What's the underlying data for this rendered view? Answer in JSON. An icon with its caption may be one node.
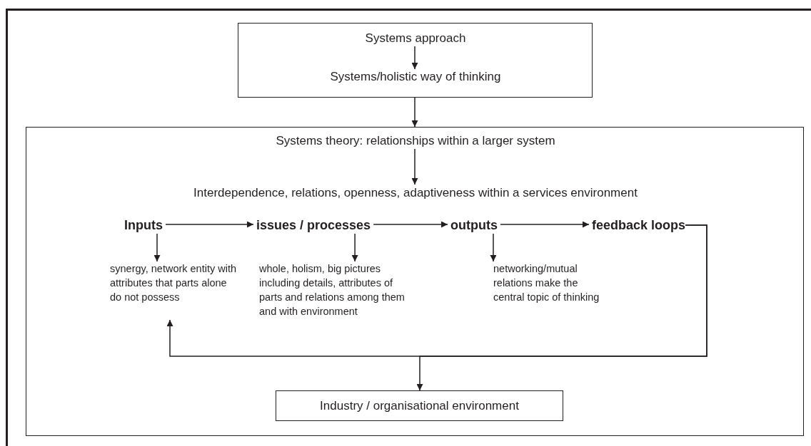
{
  "diagram": {
    "nodes": [
      {
        "text": [],
        "shape": "box"
      },
      {
        "text": [
          "Systems approach"
        ],
        "in": 0
      },
      {
        "text": [
          "Systems/holistic way of thinking"
        ],
        "in": 0
      },
      {
        "text": [],
        "shape": "box"
      },
      {
        "text": [
          "Systems theory: relationships within a larger system"
        ],
        "in": 3
      },
      {
        "text": [
          "Interdependence, relations, openness, adaptiveness within a services environment"
        ],
        "in": 3
      },
      {
        "text": [
          "Inputs"
        ],
        "in": 3
      },
      {
        "text": [
          "issues / processes"
        ],
        "in": 3
      },
      {
        "text": [
          "outputs"
        ],
        "in": 3
      },
      {
        "text": [
          "feedback loops"
        ],
        "in": 3
      },
      {
        "text": [
          "synergy, network entity with attributes that parts alone do not possess"
        ],
        "in": 3
      },
      {
        "text": [
          "whole, holism, big pictures including details, attributes of parts and relations among them and with environment"
        ],
        "in": 3
      },
      {
        "text": [
          "networking/mutual relations make the central topic of thinking"
        ],
        "in": 3
      },
      {
        "text": [
          "Industry / organisational environment"
        ],
        "in": 3
      }
    ],
    "edges": [
      {
        "from": 1,
        "to": 2,
        "arrow": "to"
      },
      {
        "from": 0,
        "to": 3,
        "arrow": "to"
      },
      {
        "from": 4,
        "to": 5,
        "arrow": "to"
      },
      {
        "from": 6,
        "to": 7,
        "arrow": "to"
      },
      {
        "from": 7,
        "to": 8,
        "arrow": "to"
      },
      {
        "from": 8,
        "to": 9,
        "arrow": "to"
      },
      {
        "from": 6,
        "to": 10,
        "arrow": "to"
      },
      {
        "from": 7,
        "to": 11,
        "arrow": "to"
      },
      {
        "from": 8,
        "to": 12,
        "arrow": "to"
      },
      {
        "from": 9,
        "to": 10,
        "arrow": "to"
      },
      {
        "from": 9,
        "to": 13,
        "arrow": "to"
      }
    ]
  }
}
